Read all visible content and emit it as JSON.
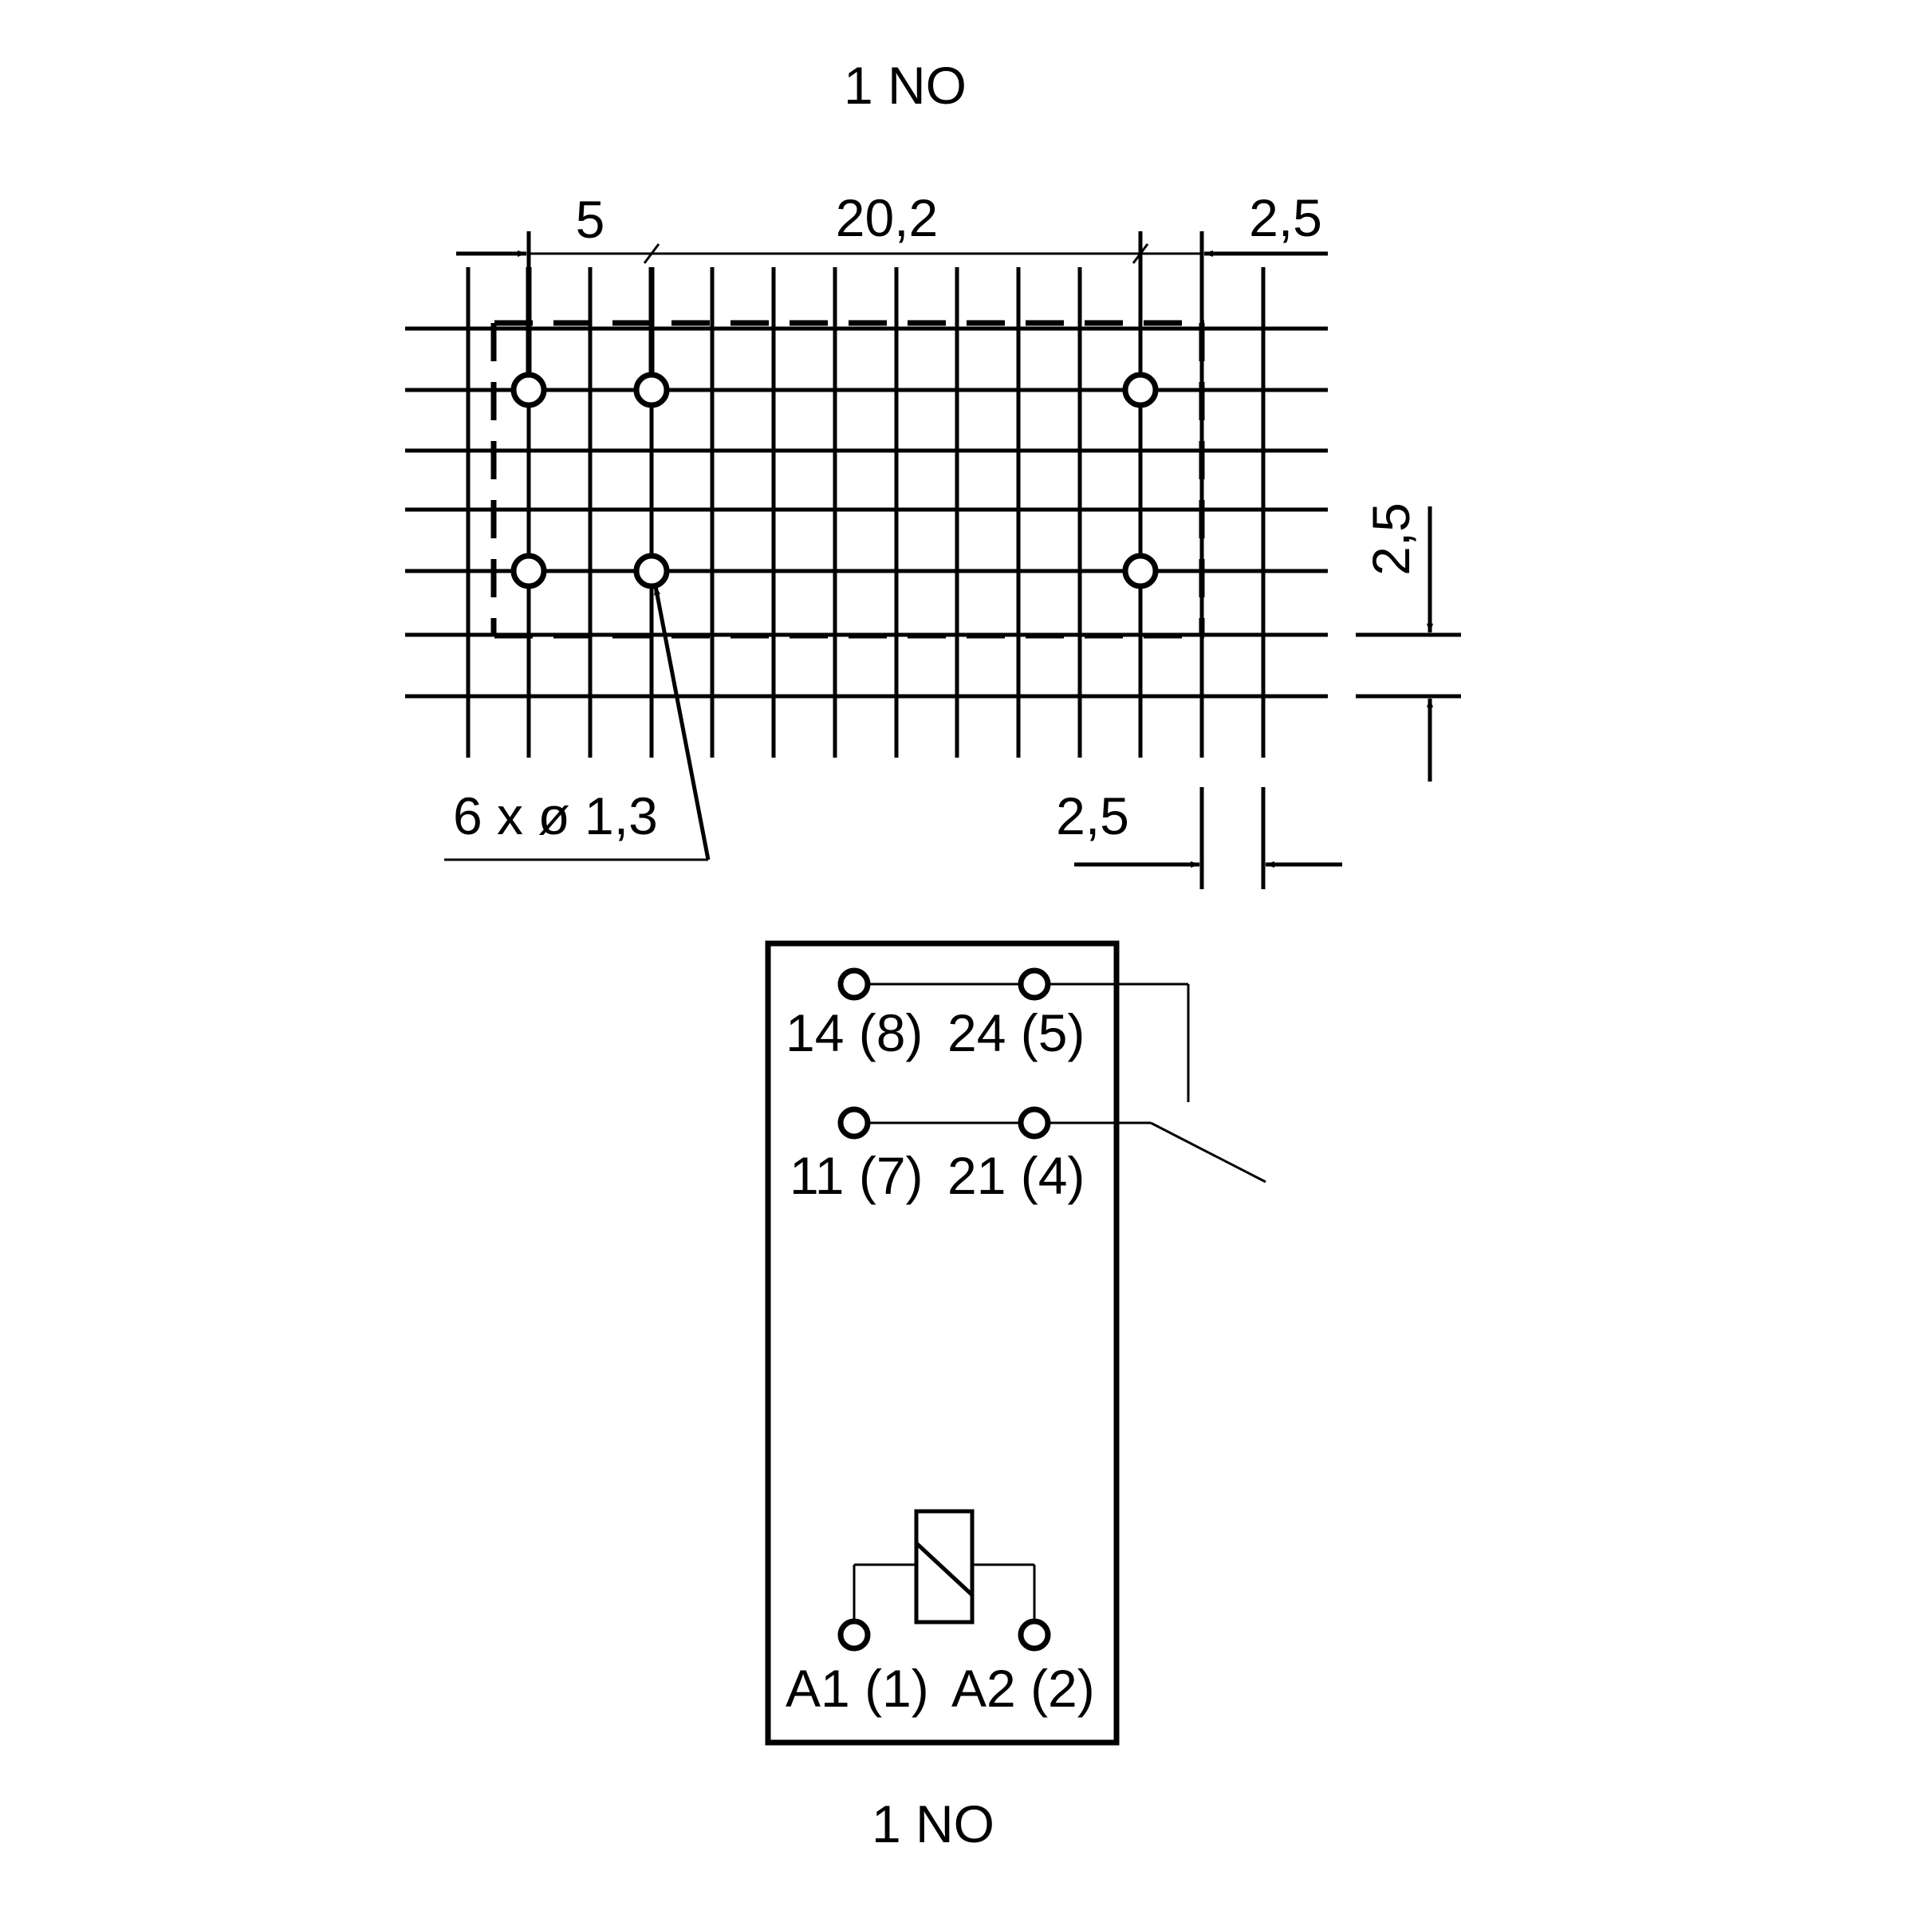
{
  "title_top": "1 NO",
  "title_bottom": "1 NO",
  "dims": {
    "d5": "5",
    "d20_2": "20,2",
    "d2_5_top": "2,5",
    "d2_5_right": "2,5",
    "d2_5_bottom": "2,5",
    "holes": "6 x ø 1,3"
  },
  "terminals": {
    "t14": "14 (8)",
    "t24": "24 (5)",
    "t11": "11 (7)",
    "t21": "21 (4)",
    "a1": "A1 (1)",
    "a2": "A2 (2)"
  }
}
